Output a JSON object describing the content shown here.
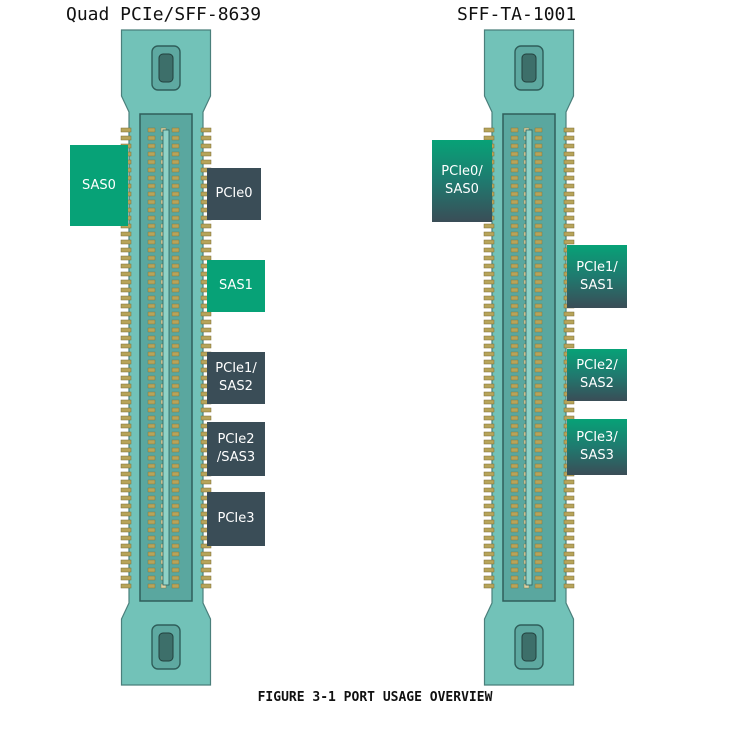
{
  "connectors": [
    {
      "title": "Quad PCIe/SFF-8639",
      "labels": [
        {
          "id": "sas0",
          "text": "SAS0",
          "style": "green"
        },
        {
          "id": "pcie0",
          "text": "PCIe0",
          "style": "dark"
        },
        {
          "id": "sas1",
          "text": "SAS1",
          "style": "green"
        },
        {
          "id": "pcie1-sas2",
          "text": "PCIe1/\nSAS2",
          "style": "dark"
        },
        {
          "id": "pcie2-sas3",
          "text": "PCIe2\n/SAS3",
          "style": "dark"
        },
        {
          "id": "pcie3",
          "text": "PCIe3",
          "style": "dark"
        }
      ]
    },
    {
      "title": "SFF-TA-1001",
      "labels": [
        {
          "id": "pcie0-sas0",
          "text": "PCIe0/\nSAS0",
          "style": "gradient"
        },
        {
          "id": "pcie1-sas1",
          "text": "PCIe1/\nSAS1",
          "style": "gradient"
        },
        {
          "id": "pcie2-sas2",
          "text": "PCIe2/\nSAS2",
          "style": "gradient"
        },
        {
          "id": "pcie3-sas3",
          "text": "PCIe3/\nSAS3",
          "style": "gradient"
        }
      ]
    }
  ],
  "caption": "FIGURE 3-1 PORT USAGE OVERVIEW",
  "colors": {
    "connector_body": "#72c2b8",
    "connector_outline": "#4a7f7b",
    "pin": "#b7a45a",
    "sas_label": "#07a277",
    "pcie_label": "#3a4d57"
  }
}
